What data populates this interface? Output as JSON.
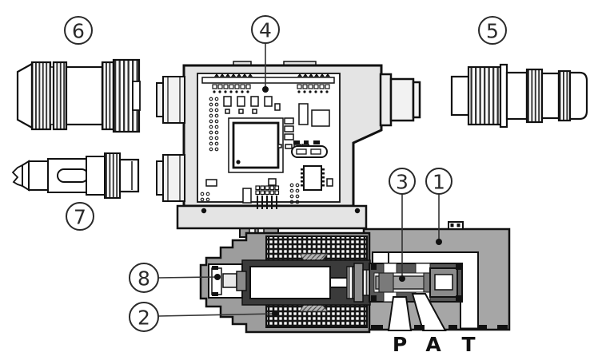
{
  "diagram": {
    "kind": "technical-cutaway-diagram",
    "callouts": [
      "1",
      "2",
      "3",
      "4",
      "5",
      "6",
      "7",
      "8"
    ],
    "ports": [
      "P",
      "A",
      "T"
    ],
    "colors": {
      "outline": "#1a1a1a",
      "electronics_housing": "#e4e4e4",
      "valve_body_gray": "#a6a6a6",
      "solenoid_gray": "#9d9d9d",
      "dark_sleeve": "#575757",
      "pcb_white": "#ffffff",
      "coil_dark": "#161616"
    }
  }
}
